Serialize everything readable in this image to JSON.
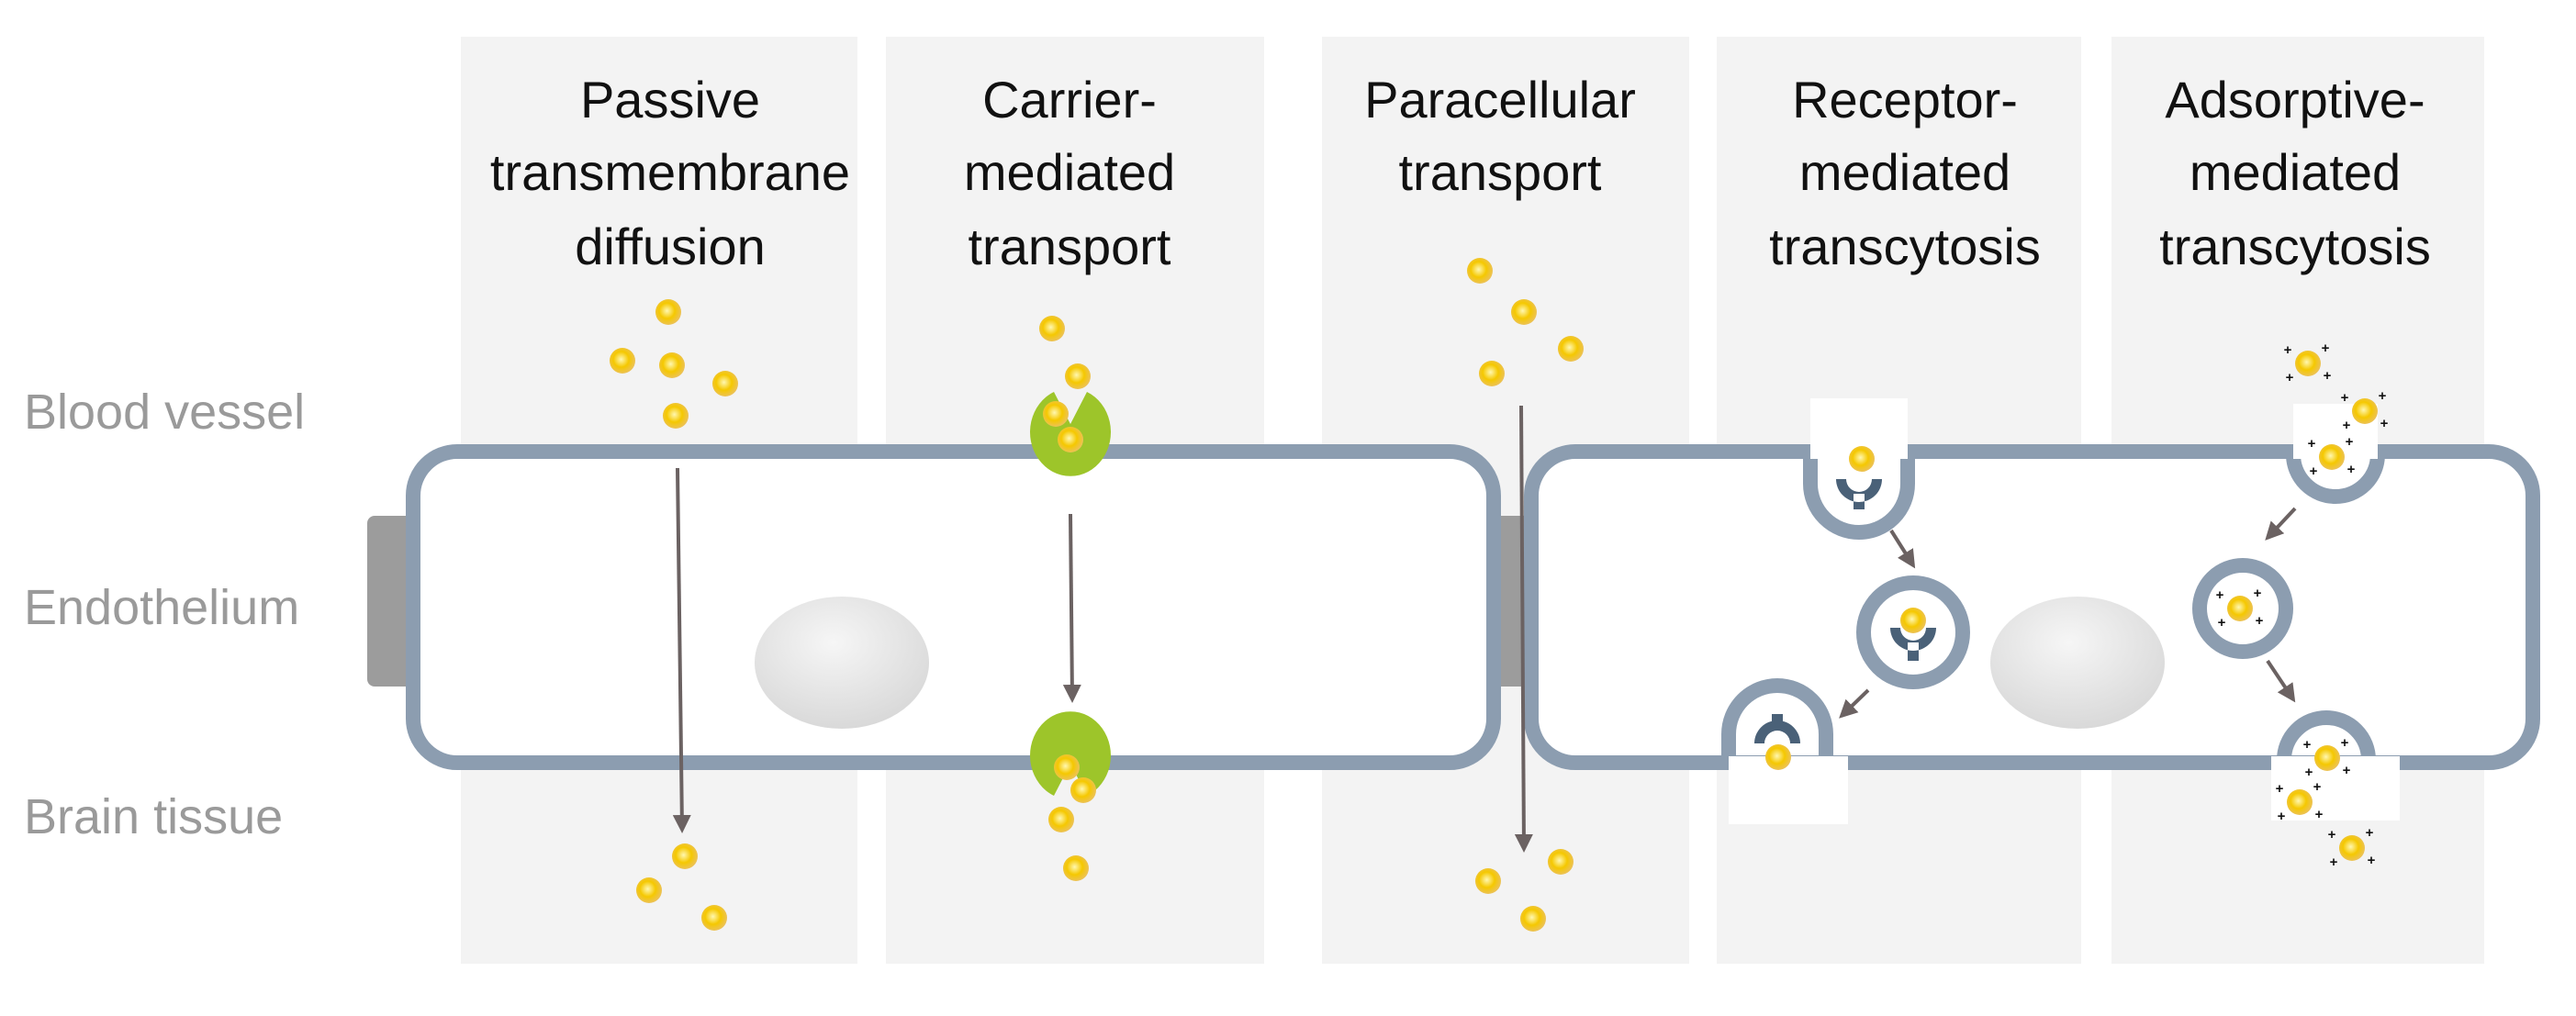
{
  "diagram": {
    "row_labels": {
      "blood_vessel": "Blood vessel",
      "endothelium": "Endothelium",
      "brain_tissue": "Brain tissue"
    },
    "columns": [
      {
        "line1": "Passive",
        "line2": "transmembrane",
        "line3": "diffusion"
      },
      {
        "line1": "Carrier-",
        "line2": "mediated",
        "line3": "transport"
      },
      {
        "line1": "Paracellular",
        "line2": "transport",
        "line3": ""
      },
      {
        "line1": "Receptor-",
        "line2": "mediated",
        "line3": "transcytosis"
      },
      {
        "line1": "Adsorptive-",
        "line2": "mediated",
        "line3": "transcytosis"
      }
    ],
    "charge_symbol": "+",
    "colors": {
      "panel": "#f3f3f3",
      "membrane": "#8c9db0",
      "junction": "#9c9c9c",
      "carrier": "#9dc52a",
      "receptor": "#4a6178",
      "molecule": "#f2c600",
      "arrow": "#6b6262",
      "nucleus": "#e4e4e4"
    }
  }
}
